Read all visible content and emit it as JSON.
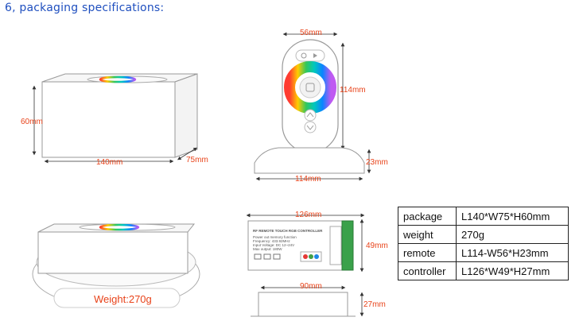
{
  "heading": "6, packaging specifications:",
  "dimensions": {
    "box_height": "60mm",
    "box_length": "140mm",
    "box_width": "75mm",
    "remote_width": "56mm",
    "remote_length": "114mm",
    "remote_base_height": "23mm",
    "remote_base_length": "114mm",
    "controller_length": "126mm",
    "controller_width": "49mm",
    "controller_depth": "90mm",
    "controller_height": "27mm"
  },
  "weight_label": "Weight:270g",
  "controller_label": {
    "title": "RF REMOTE TOUCH RGB CONTROLLER",
    "line1": "Power out memory function",
    "line2": "Frequency: 433.92MHz",
    "line3": "Input Voltage: DC 12~24V",
    "line4": "Max output: 180W"
  },
  "specs": [
    {
      "key": "package",
      "value": "L140*W75*H60mm"
    },
    {
      "key": "weight",
      "value": "270g"
    },
    {
      "key": "remote",
      "value": "L114-W56*H23mm"
    },
    {
      "key": "controller",
      "value": "L126*W49*H27mm"
    }
  ],
  "colors": {
    "heading": "#1f4fbf",
    "dimension": "#e8431a",
    "outline": "#999999"
  }
}
